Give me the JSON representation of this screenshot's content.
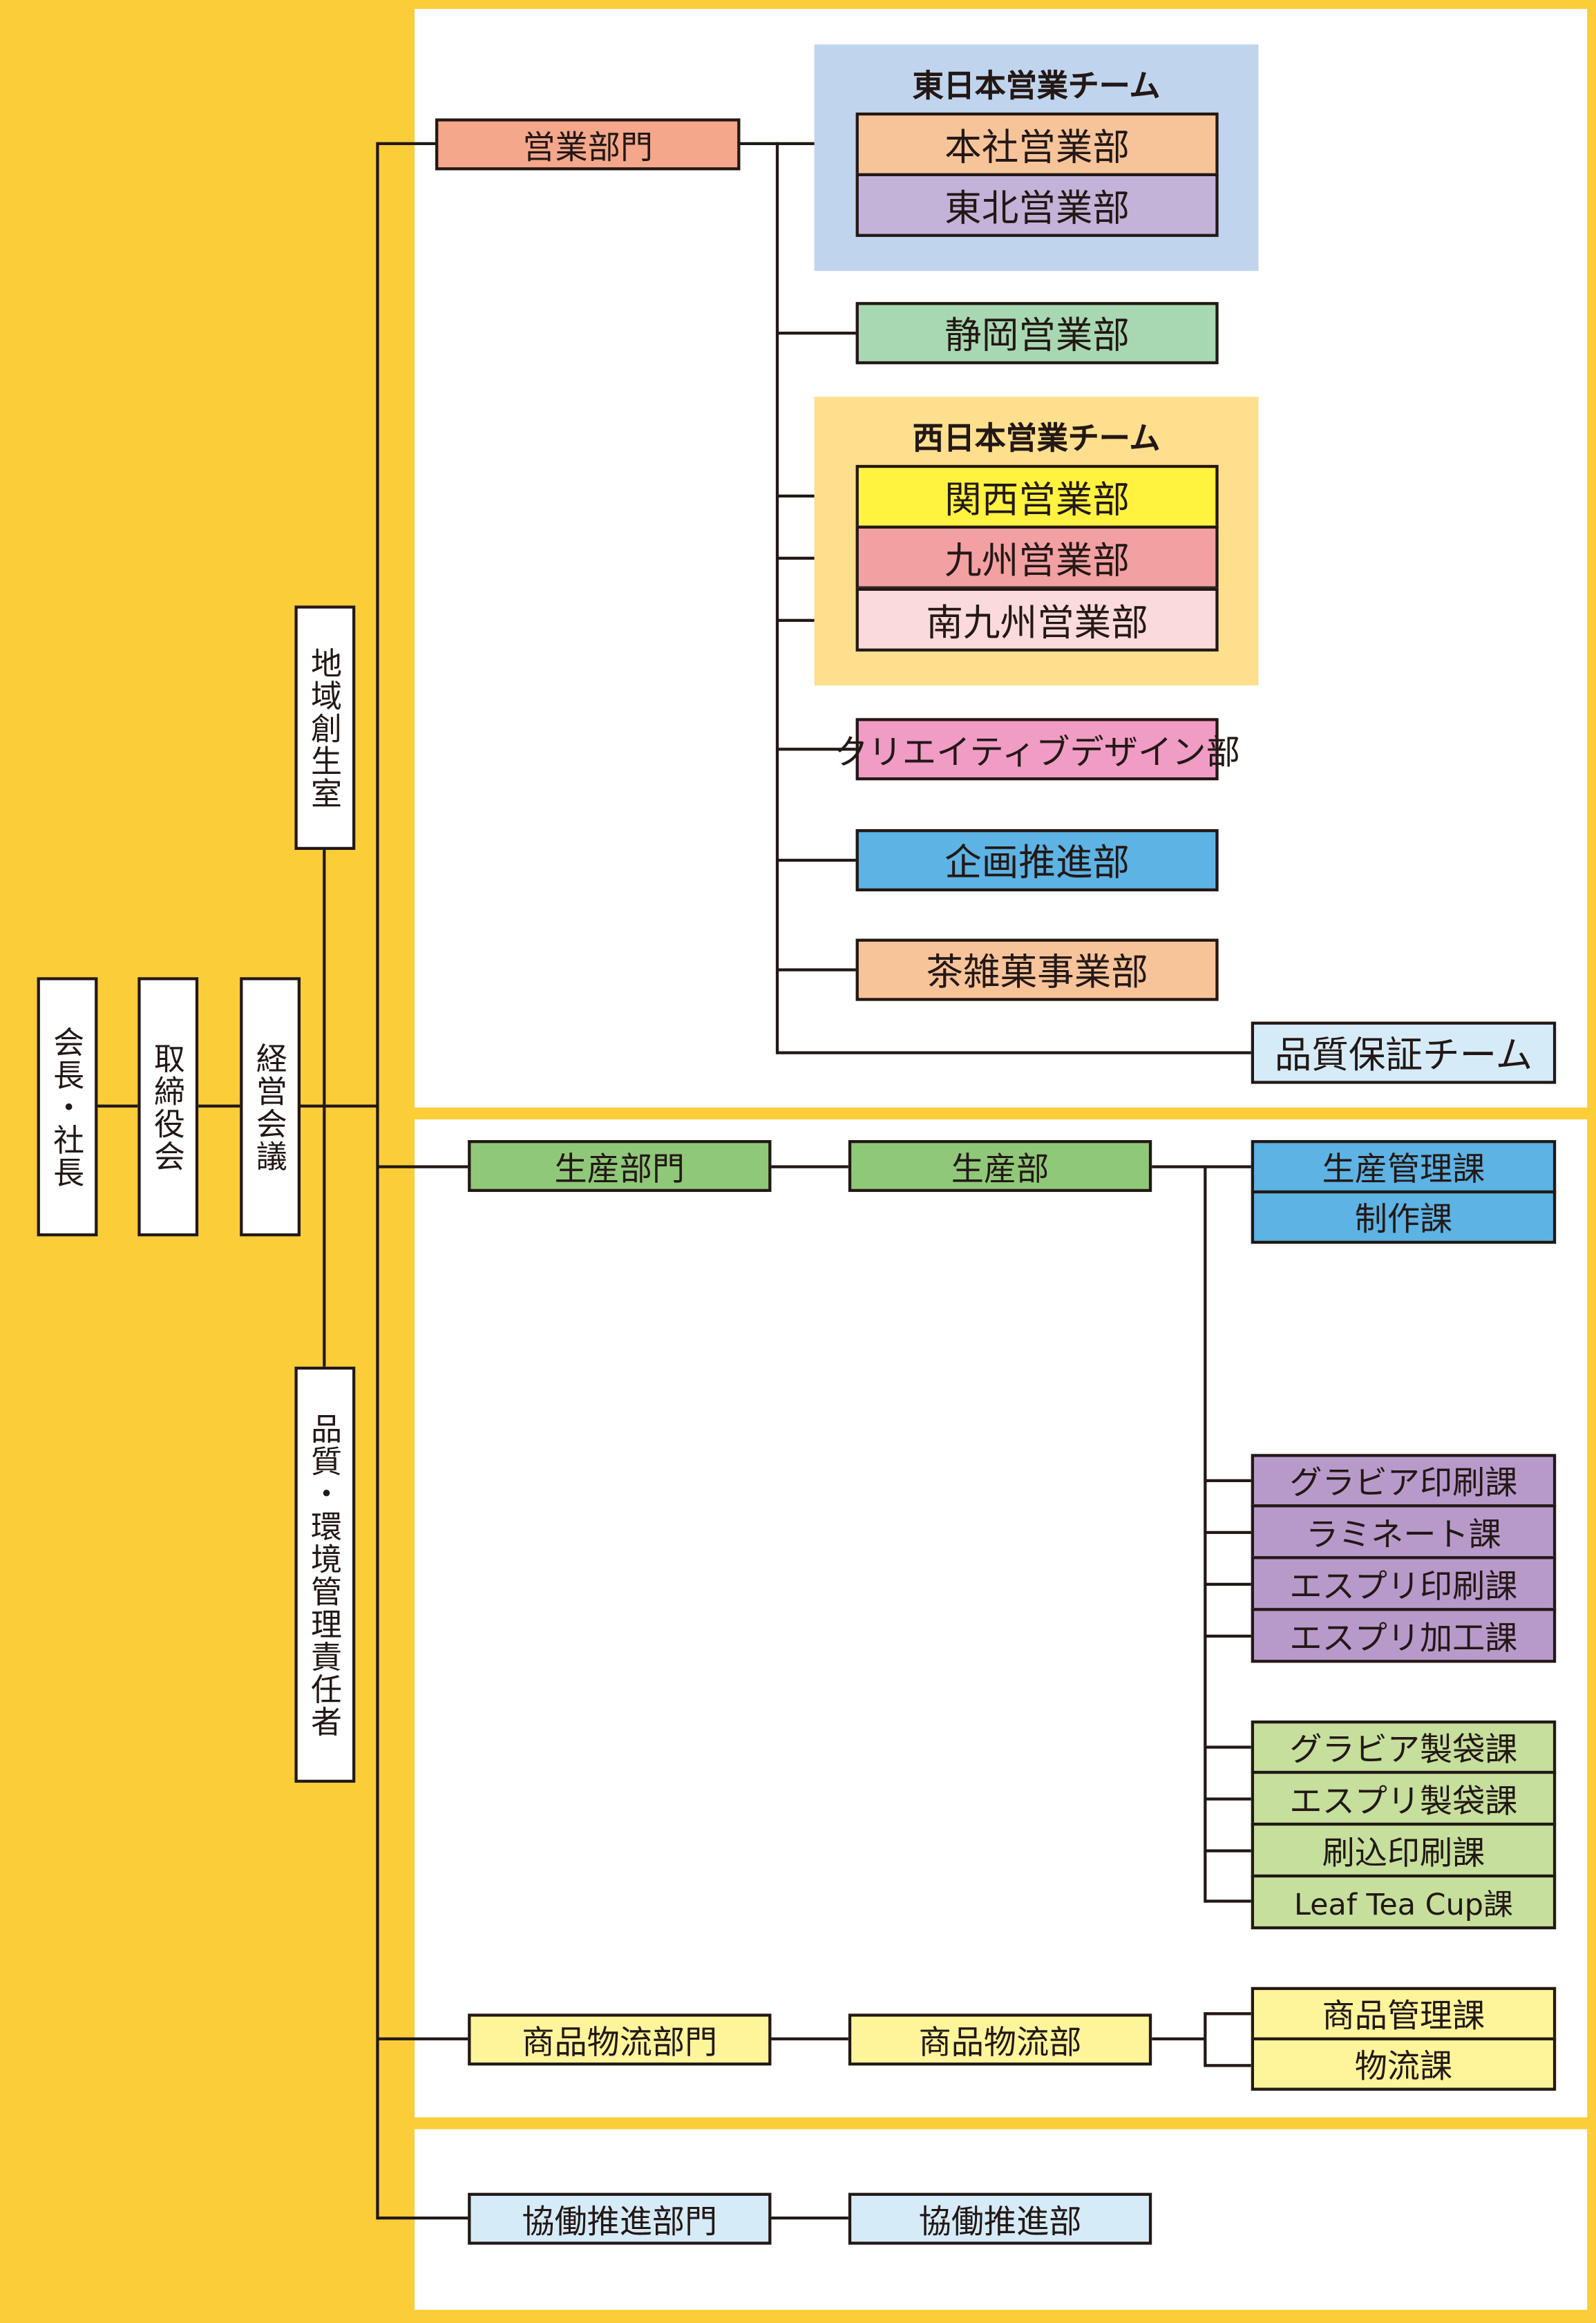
{
  "top": {
    "chairman": "会長・社長",
    "board": "取締役会",
    "management_meeting": "経営会議",
    "regional": "地域創生室",
    "quality_env": "品質・環境管理責任者"
  },
  "sales": {
    "division": "営業部門",
    "east_team": {
      "title": "東日本営業チーム",
      "units": [
        "本社営業部",
        "東北営業部"
      ]
    },
    "shizuoka": "静岡営業部",
    "west_team": {
      "title": "西日本営業チーム",
      "units": [
        "関西営業部",
        "九州営業部",
        "南九州営業部"
      ]
    },
    "creative": "クリエイティブデザイン部",
    "planning": "企画推進部",
    "sweets": "茶雑菓事業部",
    "qa": "品質保証チーム"
  },
  "production": {
    "division": "生産部門",
    "dept": "生産部",
    "sections": [
      "生産管理課",
      "制作課",
      "グラビア印刷課",
      "ラミネート課",
      "エスプリ印刷課",
      "エスプリ加工課",
      "グラビア製袋課",
      "エスプリ製袋課",
      "刷込印刷課",
      "Leaf Tea Cup課"
    ]
  },
  "logistics": {
    "division": "商品物流部門",
    "dept": "商品物流部",
    "sections": [
      "商品管理課",
      "物流課"
    ]
  },
  "collab": {
    "division": "協働推進部門",
    "dept": "協働推進部"
  },
  "colors": {
    "background": "#FBCD38",
    "east_team": "#C0D5ED",
    "west_team": "#FDDF8E"
  }
}
